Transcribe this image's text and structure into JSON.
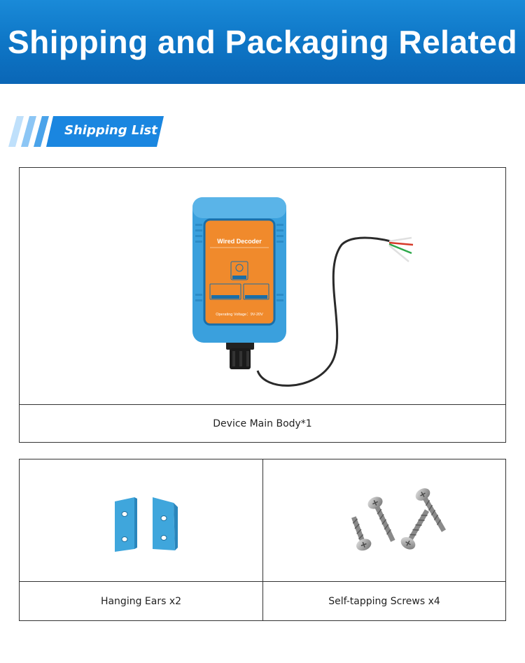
{
  "header": {
    "title": "Shipping and Packaging Related"
  },
  "section": {
    "title": "Shipping List"
  },
  "device": {
    "caption": "Device Main Body*1",
    "panel_title": "Wired Decoder",
    "panel_voltage": "Operating Voltage：9V-20V"
  },
  "items": [
    {
      "caption": "Hanging Ears x2",
      "icon": "hanging-ears-image"
    },
    {
      "caption": "Self-tapping Screws x4",
      "icon": "screws-image"
    }
  ],
  "colors": {
    "header": "#0f78c8",
    "accent": "#1a86e0",
    "device_shell": "#3aa0dd",
    "device_panel": "#f08a2c"
  }
}
